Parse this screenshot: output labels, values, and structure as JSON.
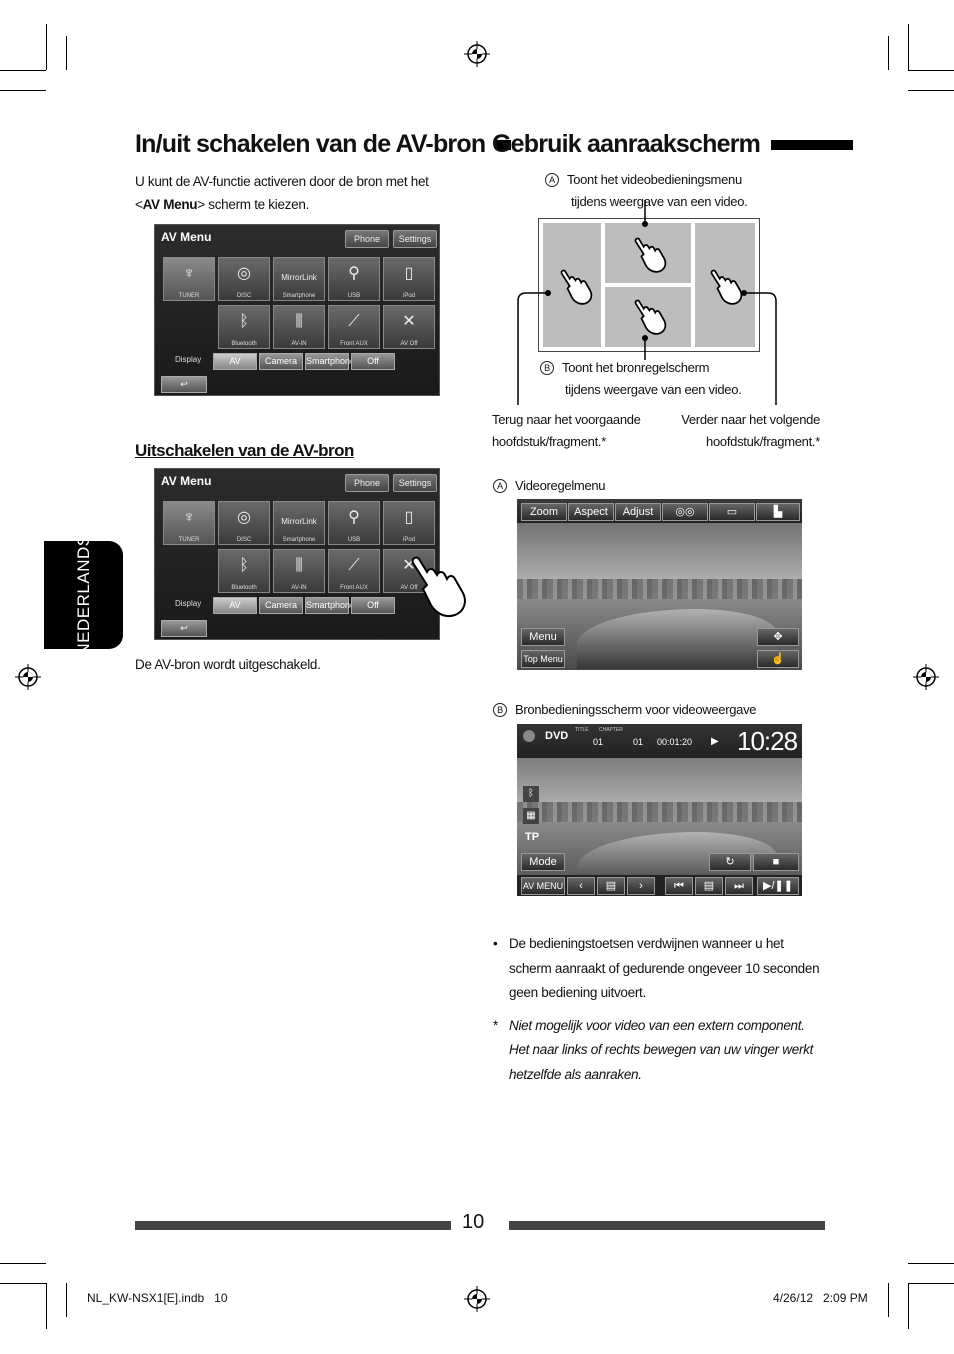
{
  "left": {
    "heading": "In/uit schakelen van de AV-bron",
    "intro_line1": "U kunt de AV-functie activeren door de bron met het",
    "intro_line2_pre": "<",
    "intro_line2_bold": "AV Menu",
    "intro_line2_post": "> scherm te kiezen.",
    "subheading": "Uitschakelen van de AV-bron",
    "caption": "De AV-bron wordt uitgeschakeld.",
    "side_tab": "NEDERLANDS"
  },
  "av_menu": {
    "title": "AV Menu",
    "phone": "Phone",
    "settings": "Settings",
    "tiles_row1": [
      "TUNER",
      "DISC",
      "Smartphone",
      "USB",
      "iPod"
    ],
    "mirrorlink": "MirrorLink",
    "tiles_row2": [
      "Bluetooth",
      "AV-IN",
      "Front AUX",
      "AV Off"
    ],
    "display_label": "Display",
    "display_buttons": [
      "AV",
      "Camera",
      "Smartphone",
      "Off"
    ]
  },
  "right": {
    "heading": "Gebruik aanraakscherm",
    "a_marker": "A",
    "b_marker": "B",
    "a_desc_line1": "Toont het videobedieningsmenu",
    "a_desc_line2": "tijdens weergave van een video.",
    "b_desc_line1": "Toont het bronregelscherm",
    "b_desc_line2": "tijdens weergave van een video.",
    "prev_line1": "Terug naar het voorgaande",
    "prev_line2": "hoofdstuk/fragment.*",
    "next_line1": "Verder naar het volgende",
    "next_line2": "hoofdstuk/fragment.*",
    "a_caption": "Videoregelmenu",
    "b_caption": "Bronbedieningsscherm voor videoweergave",
    "bullet": "De bedieningstoetsen verdwijnen wanneer u het scherm aanraakt of gedurende ongeveer 10 seconden geen bediening uitvoert.",
    "note_marker": "*",
    "note": "Niet mogelijk voor video van een extern component. Het naar links of rechts bewegen van uw vinger werkt hetzelfde als aanraken."
  },
  "video_menu": {
    "buttons": [
      "Zoom",
      "Aspect",
      "Adjust"
    ],
    "menu": "Menu",
    "top_menu": "Top Menu"
  },
  "source_screen": {
    "source": "DVD",
    "title_no": "01",
    "chapter_no": "01",
    "time": "00:01:20",
    "clock": "10:28",
    "tp": "TP",
    "mode": "Mode",
    "av_menu": "AV MENU",
    "title_tag": "TITLE",
    "chapter_tag": "CHAPTER"
  },
  "footer": {
    "page_number": "10",
    "file": "NL_KW-NSX1[E].indb   10",
    "date": "4/26/12   2:09 PM"
  }
}
